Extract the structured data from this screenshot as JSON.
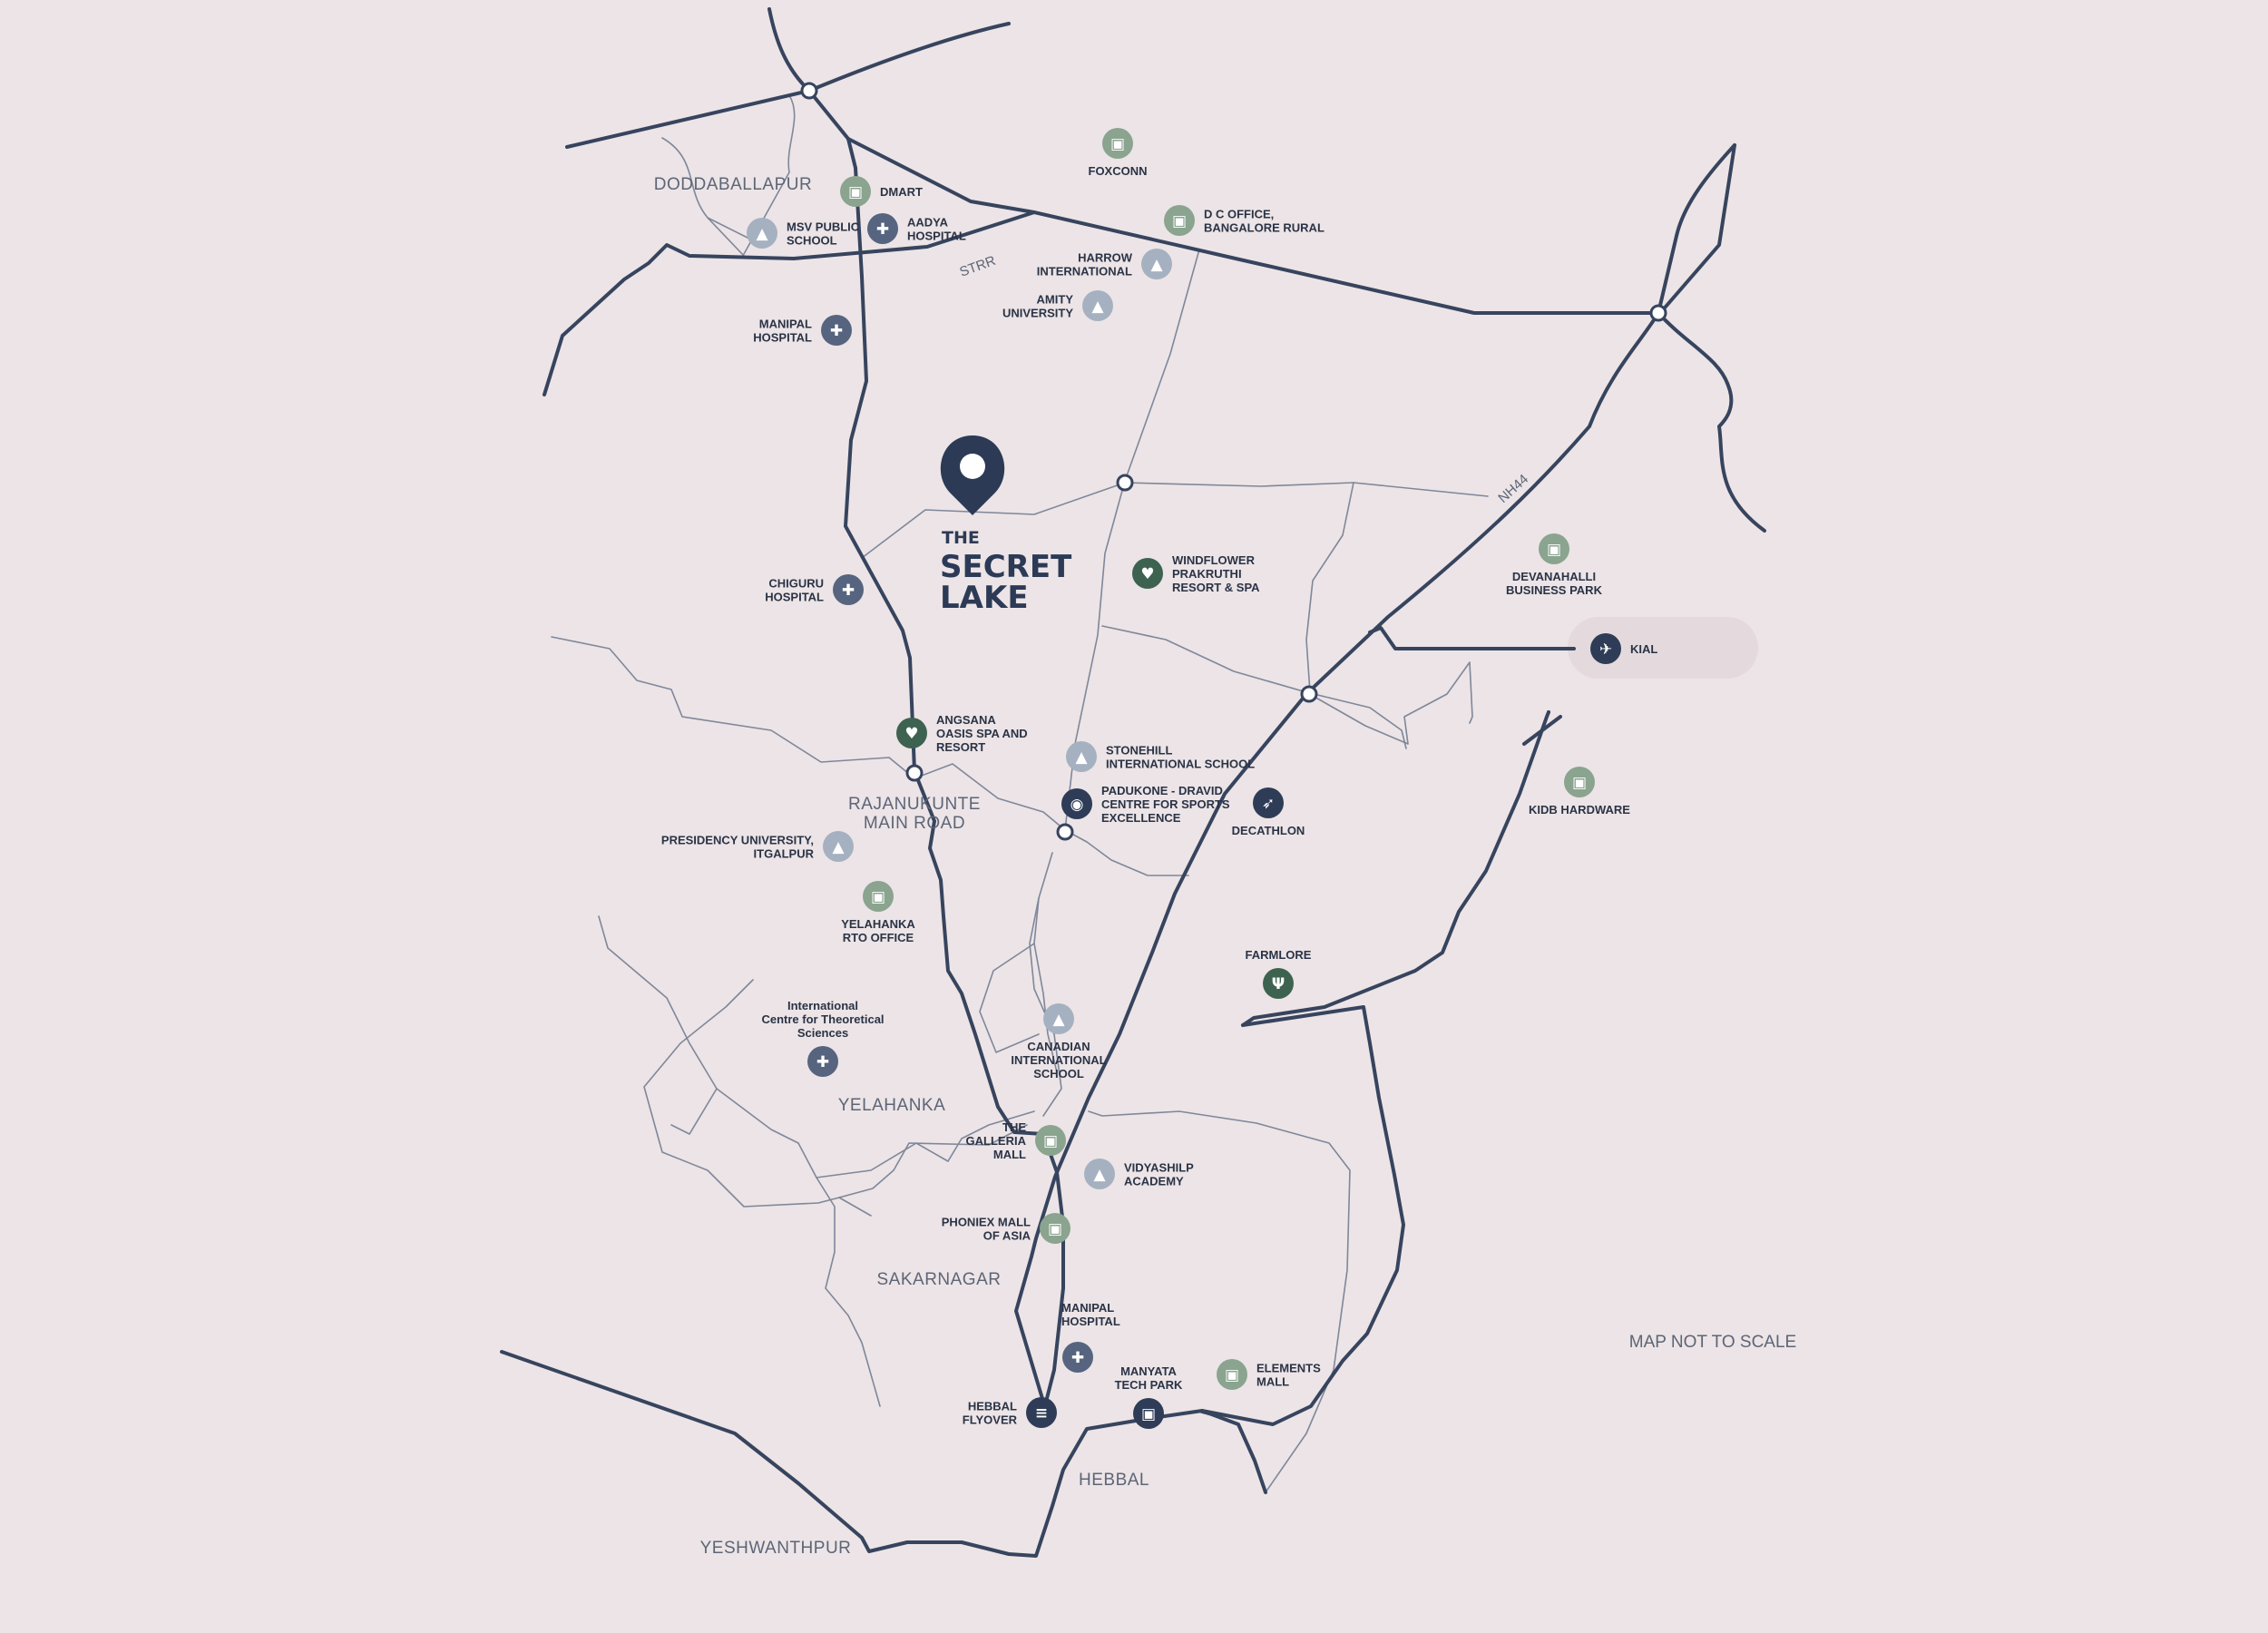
{
  "colors": {
    "background": "#ece4e6",
    "road": "#37445e",
    "minor_road": "#7f879a",
    "shopping_green": "#8aa48f",
    "hospital_navy": "#56647f",
    "school_blue": "#a5b1c1",
    "resort_green": "#3e6250",
    "navy": "#2f3c57"
  },
  "brand": {
    "line1": "THE",
    "line2": "SECRET",
    "line3": "LAKE"
  },
  "note": "MAP NOT TO SCALE",
  "roads": {
    "strr": "STRR",
    "nh44": "NH44"
  },
  "areas": {
    "doddaballapur": "DODDABALLAPUR",
    "rajanukunte_1": "RAJANUKUNTE",
    "rajanukunte_2": "MAIN ROAD",
    "yelahanka": "YELAHANKA",
    "sakarnagar": "SAKARNAGAR",
    "hebbal": "HEBBAL",
    "yeshwanthpur": "YESHWANTHPUR"
  },
  "places": {
    "dmart": {
      "label": [
        "DMART"
      ],
      "icon": "shopping-bag-icon"
    },
    "foxconn": {
      "label": [
        "FOXCONN"
      ],
      "icon": "briefcase-icon"
    },
    "dc_office": {
      "label": [
        "D C OFFICE,",
        "BANGALORE RURAL"
      ],
      "icon": "briefcase-icon"
    },
    "msv_school": {
      "label": [
        "MSV PUBLIC",
        "SCHOOL"
      ],
      "icon": "graduation-cap-icon"
    },
    "aadya_hospital": {
      "label": [
        "AADYA",
        "HOSPITAL"
      ],
      "icon": "medical-cross-icon"
    },
    "harrow": {
      "label": [
        "HARROW",
        "INTERNATIONAL"
      ],
      "icon": "graduation-cap-icon"
    },
    "amity": {
      "label": [
        "AMITY",
        "UNIVERSITY"
      ],
      "icon": "graduation-cap-icon"
    },
    "manipal_north": {
      "label": [
        "MANIPAL",
        "HOSPITAL"
      ],
      "icon": "medical-cross-icon"
    },
    "chiguru": {
      "label": [
        "CHIGURU",
        "HOSPITAL"
      ],
      "icon": "medical-cross-icon"
    },
    "windflower": {
      "label": [
        "WINDFLOWER",
        "PRAKRUTHI",
        "RESORT & SPA"
      ],
      "icon": "lotus-icon"
    },
    "devanahalli": {
      "label": [
        "DEVANAHALLI",
        "BUSINESS PARK"
      ],
      "icon": "briefcase-icon"
    },
    "kial": {
      "label": [
        "KIAL"
      ],
      "icon": "airplane-icon"
    },
    "angsana": {
      "label": [
        "ANGSANA",
        "OASIS SPA AND",
        "RESORT"
      ],
      "icon": "lotus-icon"
    },
    "stonehill": {
      "label": [
        "STONEHILL",
        "INTERNATIONAL SCHOOL"
      ],
      "icon": "graduation-cap-icon"
    },
    "padukone": {
      "label": [
        "PADUKONE - DRAVID",
        "CENTRE FOR SPORTS",
        "EXCELLENCE"
      ],
      "icon": "sports-ball-icon"
    },
    "decathlon": {
      "label": [
        "DECATHLON"
      ],
      "icon": "runner-icon"
    },
    "kidb": {
      "label": [
        "KIDB HARDWARE"
      ],
      "icon": "briefcase-icon"
    },
    "presidency": {
      "label": [
        "PRESIDENCY UNIVERSITY,",
        "ITGALPUR"
      ],
      "icon": "graduation-cap-icon"
    },
    "rto": {
      "label": [
        "YELAHANKA",
        "RTO OFFICE"
      ],
      "icon": "briefcase-icon"
    },
    "farmlore": {
      "label": [
        "FARMLORE"
      ],
      "icon": "fork-knife-icon"
    },
    "icts": {
      "label": [
        "International",
        "Centre for Theoretical",
        "Sciences"
      ],
      "icon": "medical-cross-icon"
    },
    "canadian": {
      "label": [
        "CANADIAN",
        "INTERNATIONAL",
        "SCHOOL"
      ],
      "icon": "graduation-cap-icon"
    },
    "galleria": {
      "label": [
        "THE",
        "GALLERIA",
        "MALL"
      ],
      "icon": "shopping-bag-icon"
    },
    "vidyashilp": {
      "label": [
        "VIDYASHILP",
        "ACADEMY"
      ],
      "icon": "graduation-cap-icon"
    },
    "phoenix": {
      "label": [
        "PHONIEX MALL",
        "OF ASIA"
      ],
      "icon": "shopping-bag-icon"
    },
    "manipal_south": {
      "label": [
        "MANIPAL",
        "HOSPITAL"
      ],
      "icon": "medical-cross-icon"
    },
    "manyata": {
      "label": [
        "MANYATA",
        "TECH PARK"
      ],
      "icon": "briefcase-icon"
    },
    "elements": {
      "label": [
        "ELEMENTS",
        "MALL"
      ],
      "icon": "shopping-bag-icon"
    },
    "hebbal_flyover": {
      "label": [
        "HEBBAL",
        "FLYOVER"
      ],
      "icon": "flyover-icon"
    }
  }
}
